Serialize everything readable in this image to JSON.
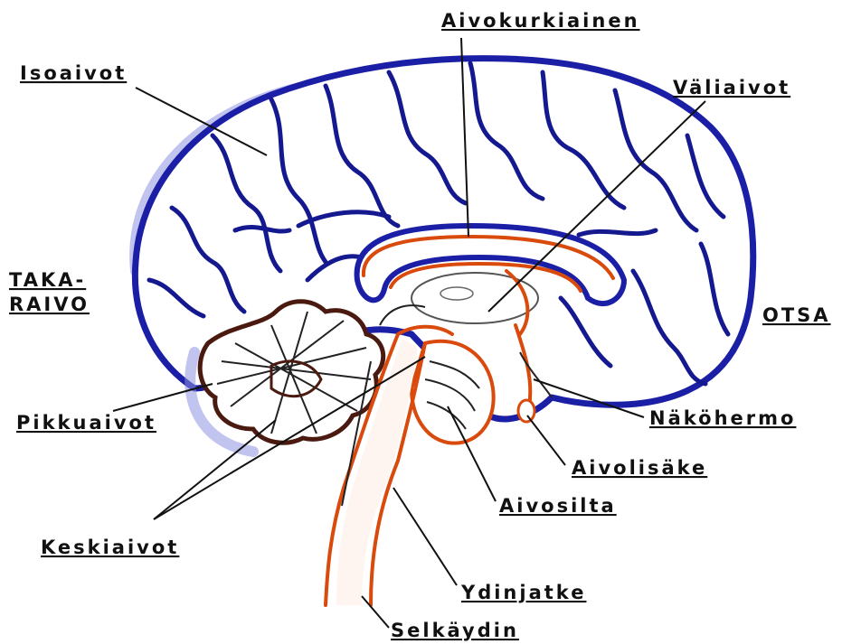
{
  "labels": {
    "aivokurkiainen": "Aivokurkiainen",
    "isoaivot": "Isoaivot",
    "valiaivot": "Väliaivot",
    "takaraivo_line1": "TAKA-",
    "takaraivo_line2": "RAIVO",
    "otsa": "OTSA",
    "pikkuaivot": "Pikkuaivot",
    "nakohermo": "Näköhermo",
    "aivolisake": "Aivolisäke",
    "aivosilta": "Aivosilta",
    "keskiaivot": "Keskiaivot",
    "ydinjatke": "Ydinjatke",
    "selkaydin": "Selkäydin"
  },
  "colors": {
    "gyrus_outline": "#1b1fa6",
    "shading": "#8e93e0",
    "brainstem_edge": "#d94a0c",
    "cerebellum": "#4a1a10",
    "text": "#111111"
  }
}
